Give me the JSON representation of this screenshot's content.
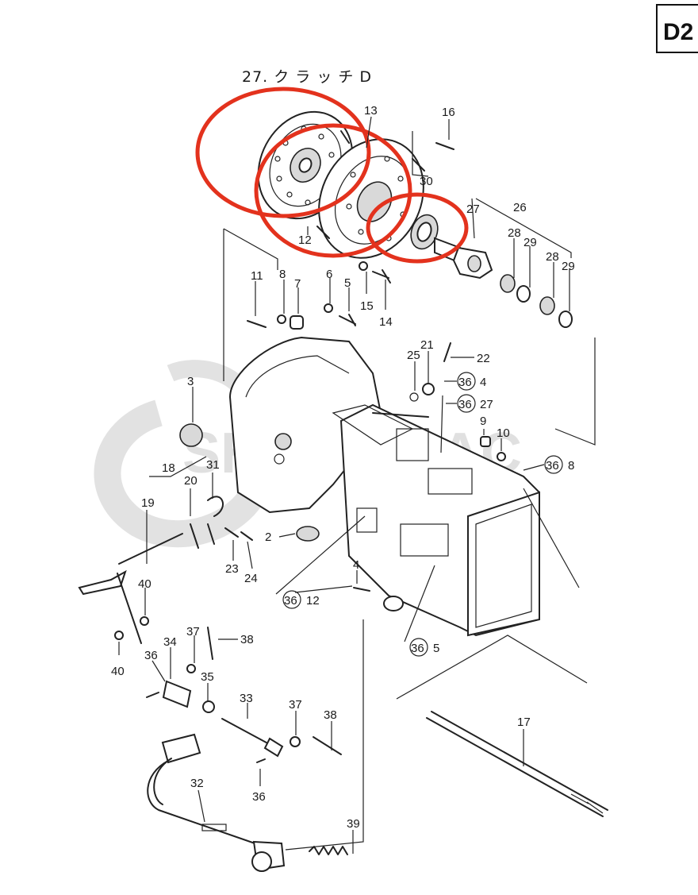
{
  "page_code": "D2",
  "title": "27. ク ラ ッ チ D",
  "watermark": "SHOP-TRAC",
  "colors": {
    "highlight": "#e3321d",
    "ink": "#1a1a1a",
    "watermark": "#c8c8c8"
  },
  "callouts": {
    "c13": "13",
    "c16": "16",
    "c30": "30",
    "c12": "12",
    "c27": "27",
    "c26": "26",
    "c28a": "28",
    "c29a": "29",
    "c28b": "28",
    "c29b": "29",
    "c11": "11",
    "c8": "8",
    "c7": "7",
    "c6": "6",
    "c5": "5",
    "c15": "15",
    "c14": "14",
    "c25": "25",
    "c21": "21",
    "c22": "22",
    "c36_4": "4",
    "c36_27": "27",
    "c3": "3",
    "c9": "9",
    "c10": "10",
    "c36_8": "8",
    "c18": "18",
    "c31": "31",
    "c20": "20",
    "c19": "19",
    "c2": "2",
    "c23": "23",
    "c24": "24",
    "c4": "4",
    "c36_12": "12",
    "c40a": "40",
    "c40b": "40",
    "c37a": "37",
    "c38a": "38",
    "c34": "34",
    "c36a": "36",
    "c35": "35",
    "c36_5": "5",
    "c17": "17",
    "c33": "33",
    "c37b": "37",
    "c38b": "38",
    "c36b": "36",
    "c32": "32",
    "c39": "39",
    "circ36": "36"
  },
  "highlight_circles": [
    {
      "label": "clutch-disc-highlight"
    },
    {
      "label": "pressure-plate-highlight"
    },
    {
      "label": "release-bearing-highlight"
    }
  ]
}
